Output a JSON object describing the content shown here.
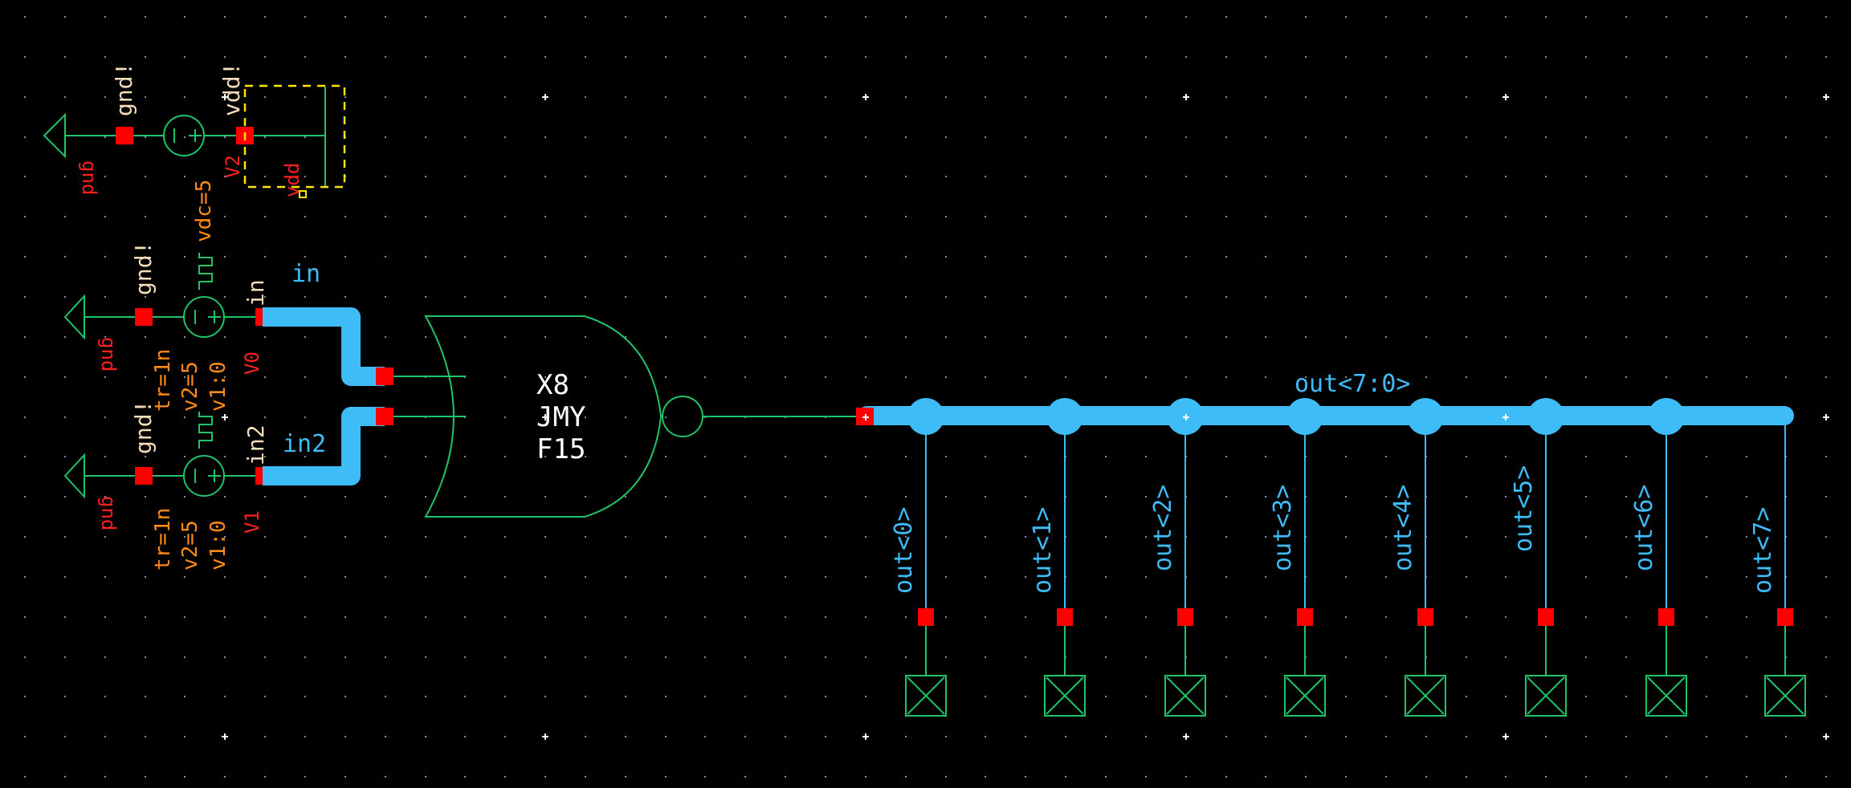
{
  "app": {
    "view": "schematic-editor-canvas",
    "background_color": "#000000"
  },
  "colors": {
    "wire": "#1fc46a",
    "pin": "#ff0000",
    "net": "#3ebcf8",
    "pin_label": "#f5dcbc",
    "instance_label": "#ff2020",
    "param_label": "#ff8a1a",
    "selection": "#ffe600",
    "grid_dot": "#8a8aa8"
  },
  "supply": {
    "instance": "V2",
    "param": "vdc=5",
    "minus_net": "gnd!",
    "plus_net": "vdd!",
    "ground_label": "gnd",
    "vdd_label": "vdd"
  },
  "sources": [
    {
      "instance": "V0",
      "params": [
        "tr=1n",
        "v2=5",
        "v1:0"
      ],
      "minus_net": "gnd!",
      "plus_net": "in",
      "ground_label": "gnd",
      "wire_label": "in"
    },
    {
      "instance": "V1",
      "params": [
        "tr=1n",
        "v2=5",
        "v1:0"
      ],
      "minus_net": "gnd!",
      "plus_net": "in2",
      "ground_label": "gnd",
      "wire_label": "in2"
    }
  ],
  "gate": {
    "type": "NOR",
    "lines": [
      "X8",
      "JMY",
      "F15"
    ]
  },
  "bus": {
    "label": "out<7:0>",
    "taps": [
      "out<0>",
      "out<1>",
      "out<2>",
      "out<3>",
      "out<4>",
      "out<5>",
      "out<6>",
      "out<7>"
    ]
  }
}
